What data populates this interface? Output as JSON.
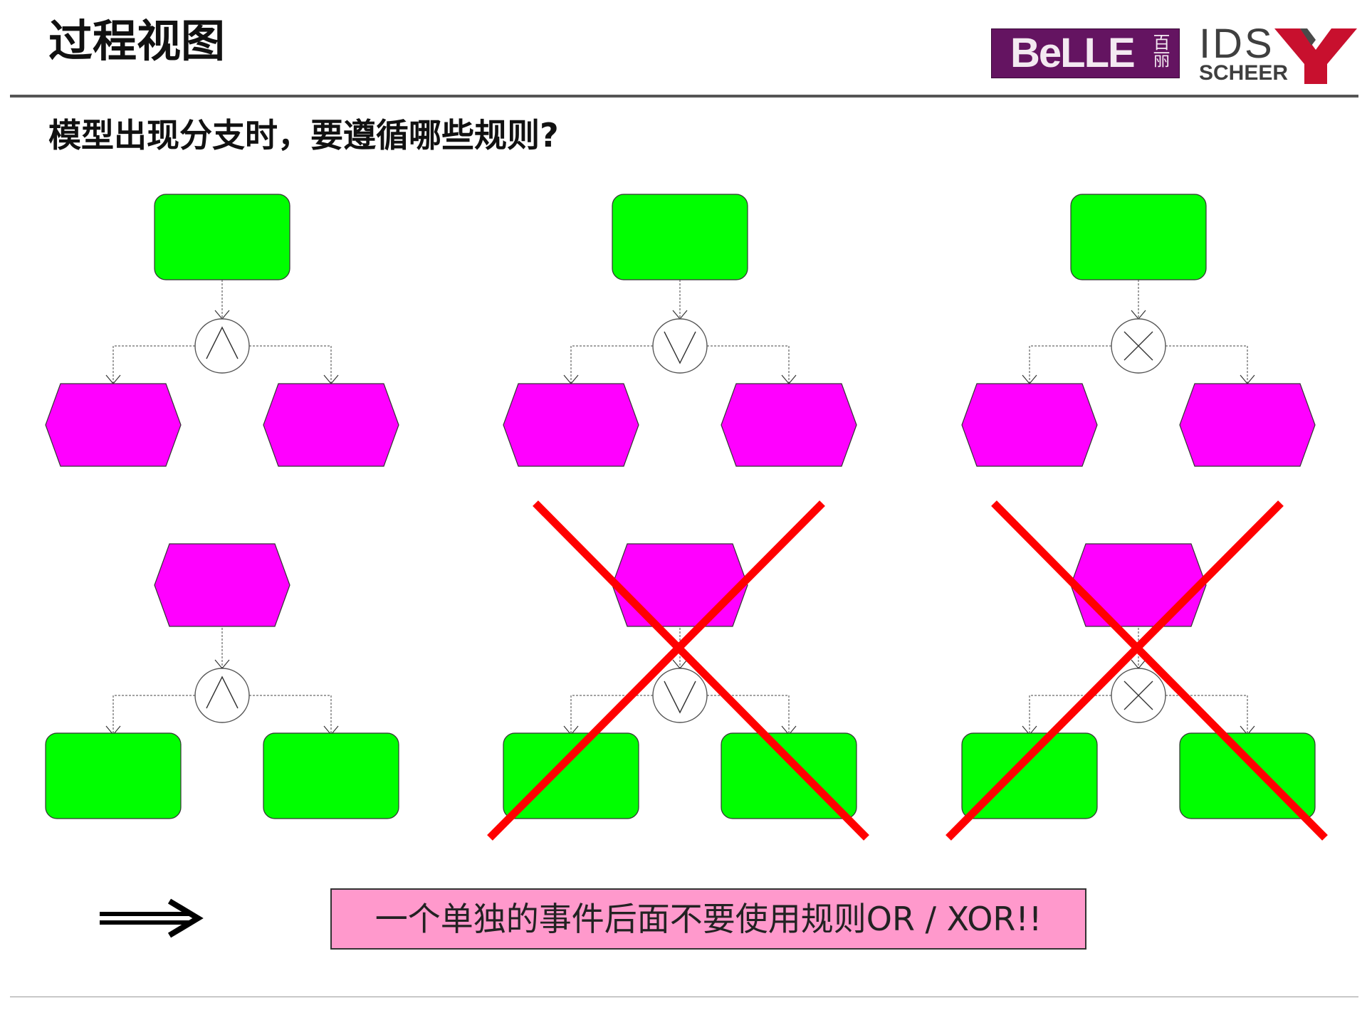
{
  "slide": {
    "title": "过程视图",
    "subtitle": "模型出现分支时，要遵循哪些规则?",
    "rule_text": "一个单独的事件后面不要使用规则OR / XOR!!"
  },
  "logos": {
    "belle": {
      "word": "BeLLE",
      "cn": "百丽"
    },
    "ids_scheer": {
      "ids": "IDS",
      "scheer": "SCHEER"
    }
  },
  "colors": {
    "function": "#00ff00",
    "event": "#ff00ff",
    "cross": "#ff0000",
    "rule_box": "#ff99cc"
  },
  "diagrams": [
    {
      "source": "function",
      "operator": "AND",
      "targets": "event",
      "crossed_out": false
    },
    {
      "source": "function",
      "operator": "OR",
      "targets": "event",
      "crossed_out": false
    },
    {
      "source": "function",
      "operator": "XOR",
      "targets": "event",
      "crossed_out": false
    },
    {
      "source": "event",
      "operator": "AND",
      "targets": "function",
      "crossed_out": false
    },
    {
      "source": "event",
      "operator": "OR",
      "targets": "function",
      "crossed_out": true
    },
    {
      "source": "event",
      "operator": "XOR",
      "targets": "function",
      "crossed_out": true
    }
  ],
  "icons": {
    "conclusion_arrow": "double-line-right-arrow"
  }
}
